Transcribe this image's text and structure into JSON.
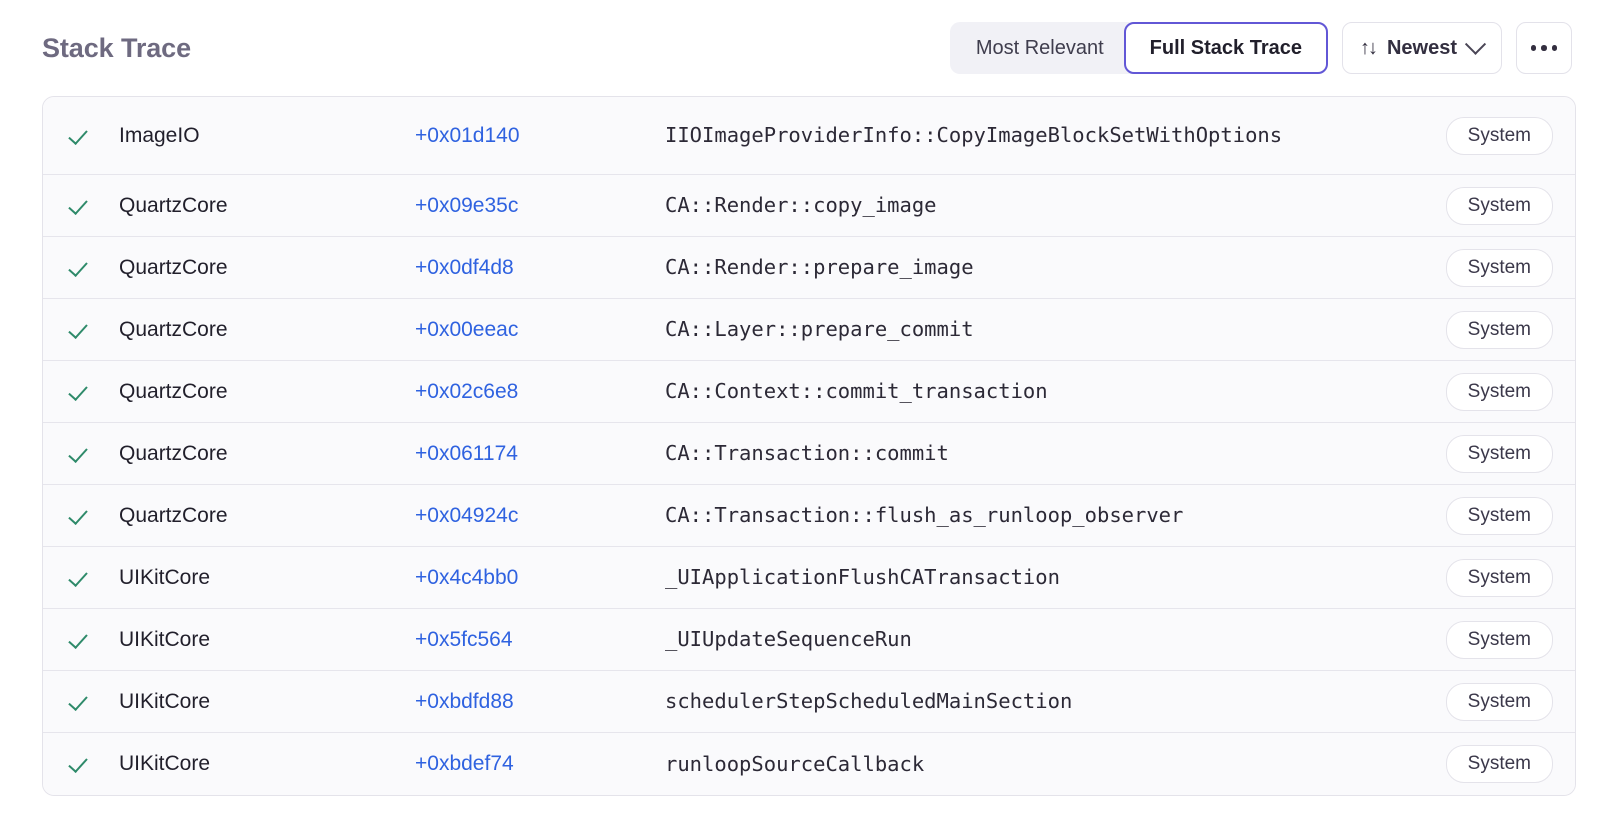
{
  "header": {
    "title": "Stack Trace",
    "segmented": {
      "options": [
        {
          "label": "Most Relevant",
          "active": false
        },
        {
          "label": "Full Stack Trace",
          "active": true
        }
      ]
    },
    "sort": {
      "icon": "sort-arrows-icon",
      "glyph": "↑↓",
      "label": "Newest",
      "chevron": "chevron-down-icon"
    },
    "more": {
      "label": "•••",
      "icon": "ellipsis-icon"
    }
  },
  "colors": {
    "accent": "#6257d6",
    "link": "#2f62e0",
    "check": "#2e8a6a",
    "title": "#6e6a80",
    "row_bg": "#fafafc",
    "border": "#e4e3ea"
  },
  "table": {
    "rows": [
      {
        "status": "check-icon",
        "module": "ImageIO",
        "offset": "+0x01d140",
        "function": "IIOImageProviderInfo::CopyImageBlockSetWithOptions",
        "badge": "System"
      },
      {
        "status": "check-icon",
        "module": "QuartzCore",
        "offset": "+0x09e35c",
        "function": "CA::Render::copy_image",
        "badge": "System"
      },
      {
        "status": "check-icon",
        "module": "QuartzCore",
        "offset": "+0x0df4d8",
        "function": "CA::Render::prepare_image",
        "badge": "System"
      },
      {
        "status": "check-icon",
        "module": "QuartzCore",
        "offset": "+0x00eeac",
        "function": "CA::Layer::prepare_commit",
        "badge": "System"
      },
      {
        "status": "check-icon",
        "module": "QuartzCore",
        "offset": "+0x02c6e8",
        "function": "CA::Context::commit_transaction",
        "badge": "System"
      },
      {
        "status": "check-icon",
        "module": "QuartzCore",
        "offset": "+0x061174",
        "function": "CA::Transaction::commit",
        "badge": "System"
      },
      {
        "status": "check-icon",
        "module": "QuartzCore",
        "offset": "+0x04924c",
        "function": "CA::Transaction::flush_as_runloop_observer",
        "badge": "System"
      },
      {
        "status": "check-icon",
        "module": "UIKitCore",
        "offset": "+0x4c4bb0",
        "function": "_UIApplicationFlushCATransaction",
        "badge": "System"
      },
      {
        "status": "check-icon",
        "module": "UIKitCore",
        "offset": "+0x5fc564",
        "function": "_UIUpdateSequenceRun",
        "badge": "System"
      },
      {
        "status": "check-icon",
        "module": "UIKitCore",
        "offset": "+0xbdfd88",
        "function": "schedulerStepScheduledMainSection",
        "badge": "System"
      },
      {
        "status": "check-icon",
        "module": "UIKitCore",
        "offset": "+0xbdef74",
        "function": "runloopSourceCallback",
        "badge": "System"
      }
    ]
  }
}
